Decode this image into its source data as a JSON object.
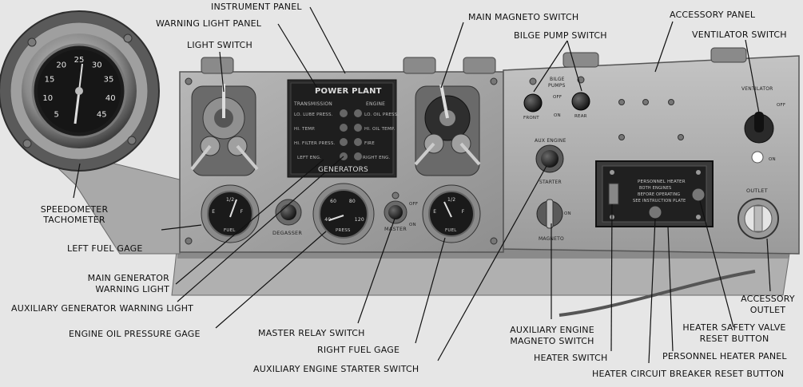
{
  "labels": {
    "instrument_panel": "INSTRUMENT PANEL",
    "warning_light_panel": "WARNING LIGHT PANEL",
    "light_switch": "LIGHT SWITCH",
    "main_magneto_switch": "MAIN MAGNETO SWITCH",
    "bilge_pump_switch": "BILGE PUMP SWITCH",
    "accessory_panel": "ACCESSORY PANEL",
    "ventilator_switch": "VENTILATOR SWITCH",
    "speedometer_tachometer_1": "SPEEDOMETER",
    "speedometer_tachometer_2": "TACHOMETER",
    "left_fuel_gage": "LEFT FUEL GAGE",
    "main_generator_1": "MAIN GENERATOR",
    "main_generator_2": "WARNING LIGHT",
    "aux_generator_warning_light": "AUXILIARY GENERATOR WARNING LIGHT",
    "engine_oil_pressure_gage": "ENGINE OIL PRESSURE GAGE",
    "master_relay_switch": "MASTER RELAY SWITCH",
    "right_fuel_gage": "RIGHT FUEL GAGE",
    "aux_engine_starter_switch": "AUXILIARY ENGINE STARTER SWITCH",
    "aux_engine_magneto_1": "AUXILIARY ENGINE",
    "aux_engine_magneto_2": "MAGNETO SWITCH",
    "heater_switch": "HEATER SWITCH",
    "heater_safety_valve_1": "HEATER SAFETY VALVE",
    "heater_safety_valve_2": "RESET BUTTON",
    "personnel_heater_panel": "PERSONNEL HEATER PANEL",
    "heater_circuit_breaker": "HEATER CIRCUIT BREAKER RESET BUTTON",
    "accessory_outlet_1": "ACCESSORY",
    "accessory_outlet_2": "OUTLET"
  },
  "panel_text": {
    "power_plant": "POWER PLANT",
    "transmission": "TRANSMISSION",
    "engine": "ENGINE",
    "generators": "GENERATORS",
    "warn_1": "LO. LUBE PRESS.",
    "warn_2": "HI. TEMP.",
    "warn_3": "HI. FILTER PRESS.",
    "warn_4": "LO. OIL PRESS.",
    "warn_5": "HI. OIL TEMP.",
    "warn_6": "FIRE",
    "warn_7": "LEFT ENG.",
    "warn_8": "RIGHT ENG.",
    "bilge": "BILGE",
    "pumps": "PUMPS",
    "front": "FRONT",
    "rear": "REAR",
    "off": "OFF",
    "on": "ON",
    "aux_engine": "AUX ENGINE",
    "starter": "STARTER",
    "magneto": "MAGNETO",
    "master": "MASTER",
    "degasser": "DEGASSER",
    "ventilator": "VENTILATOR",
    "outlet": "OUTLET",
    "fuel": "FUEL",
    "press": "PRESS",
    "heater_title": "PERSONNEL HEATER",
    "both_engines": "BOTH ENGINES",
    "pressure_note": "BEFORE OPERATING",
    "see_instruction": "SEE INSTRUCTION PLATE"
  },
  "gauges": {
    "speedometer_ticks": [
      "5",
      "10",
      "15",
      "20",
      "25",
      "30",
      "35",
      "40",
      "45"
    ],
    "oil_ticks": [
      "40",
      "60",
      "80",
      "120"
    ],
    "fuel_ticks": [
      "E",
      "1/2",
      "F"
    ]
  }
}
